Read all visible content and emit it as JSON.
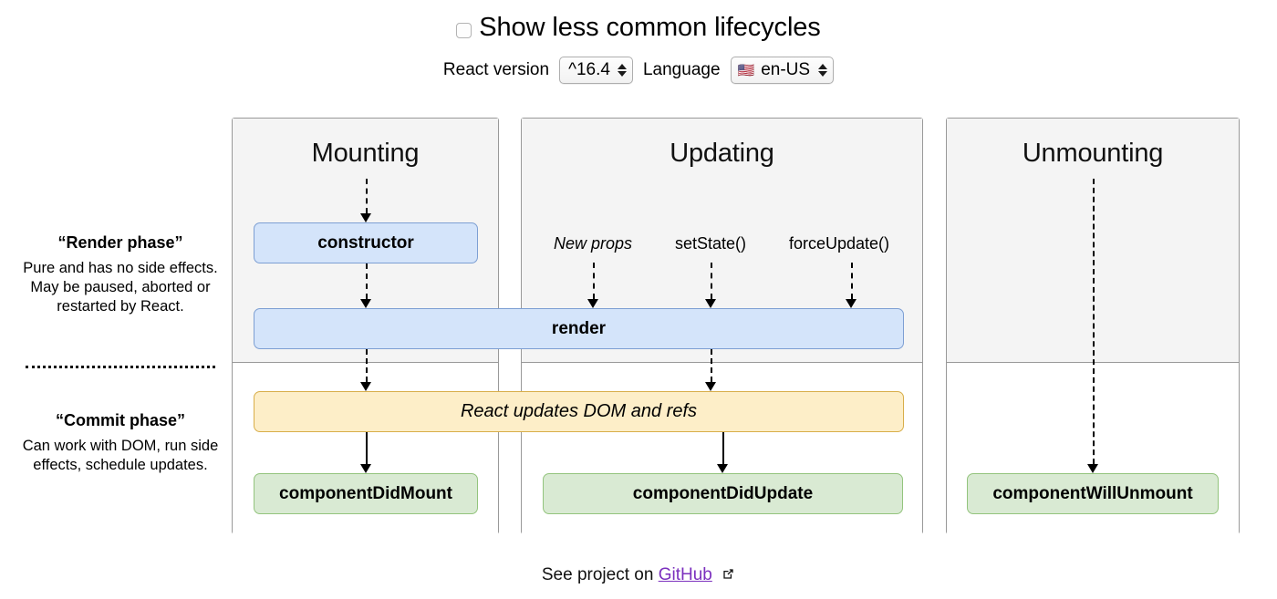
{
  "controls": {
    "toggle_label": "Show less common lifecycles",
    "toggle_checked": false,
    "checkbox_icon": "checkbox-unchecked-icon",
    "react_version_label": "React version",
    "react_version_value": "^16.4",
    "language_label": "Language",
    "language_value": "en-US",
    "language_flag": "🇺🇸",
    "stepper_icon": "stepper-updown-icon"
  },
  "phases": [
    {
      "id": "render",
      "title": "“Render phase”",
      "body": "Pure and has no side effects. May be paused, aborted or restarted by React."
    },
    {
      "id": "commit",
      "title": "“Commit phase”",
      "body": "Can work with DOM, run side effects, schedule updates."
    }
  ],
  "columns": [
    {
      "id": "mounting",
      "title": "Mounting"
    },
    {
      "id": "updating",
      "title": "Updating"
    },
    {
      "id": "unmounting",
      "title": "Unmounting"
    }
  ],
  "triggers": [
    {
      "id": "new-props",
      "label": "New props",
      "italic": true
    },
    {
      "id": "set-state",
      "label": "setState()",
      "italic": false
    },
    {
      "id": "force-update",
      "label": "forceUpdate()",
      "italic": false
    }
  ],
  "boxes": [
    {
      "id": "constructor",
      "label": "constructor",
      "color": "blue",
      "column": "mounting",
      "phase": "render"
    },
    {
      "id": "render",
      "label": "render",
      "color": "blue",
      "column": "mounting-updating",
      "phase": "render"
    },
    {
      "id": "react-updates-dom",
      "label": "React updates DOM and refs",
      "color": "yellow",
      "column": "mounting-updating",
      "phase": "commit"
    },
    {
      "id": "component-did-mount",
      "label": "componentDidMount",
      "color": "green",
      "column": "mounting",
      "phase": "commit"
    },
    {
      "id": "component-did-update",
      "label": "componentDidUpdate",
      "color": "green",
      "column": "updating",
      "phase": "commit"
    },
    {
      "id": "component-will-unmount",
      "label": "componentWillUnmount",
      "color": "green",
      "column": "unmounting",
      "phase": "commit"
    }
  ],
  "colors": {
    "blue_fill": "#d4e4fa",
    "blue_border": "#7d9fd3",
    "green_fill": "#d9ead3",
    "green_border": "#93c47d",
    "yellow_fill": "#fdeec8",
    "yellow_border": "#d8ae4a",
    "panel_header": "#f4f4f4",
    "panel_border": "#999999",
    "link": "#7b2fbe"
  },
  "footer": {
    "prefix": "See project on",
    "link_label": "GitHub",
    "external_icon": "external-link-icon"
  }
}
